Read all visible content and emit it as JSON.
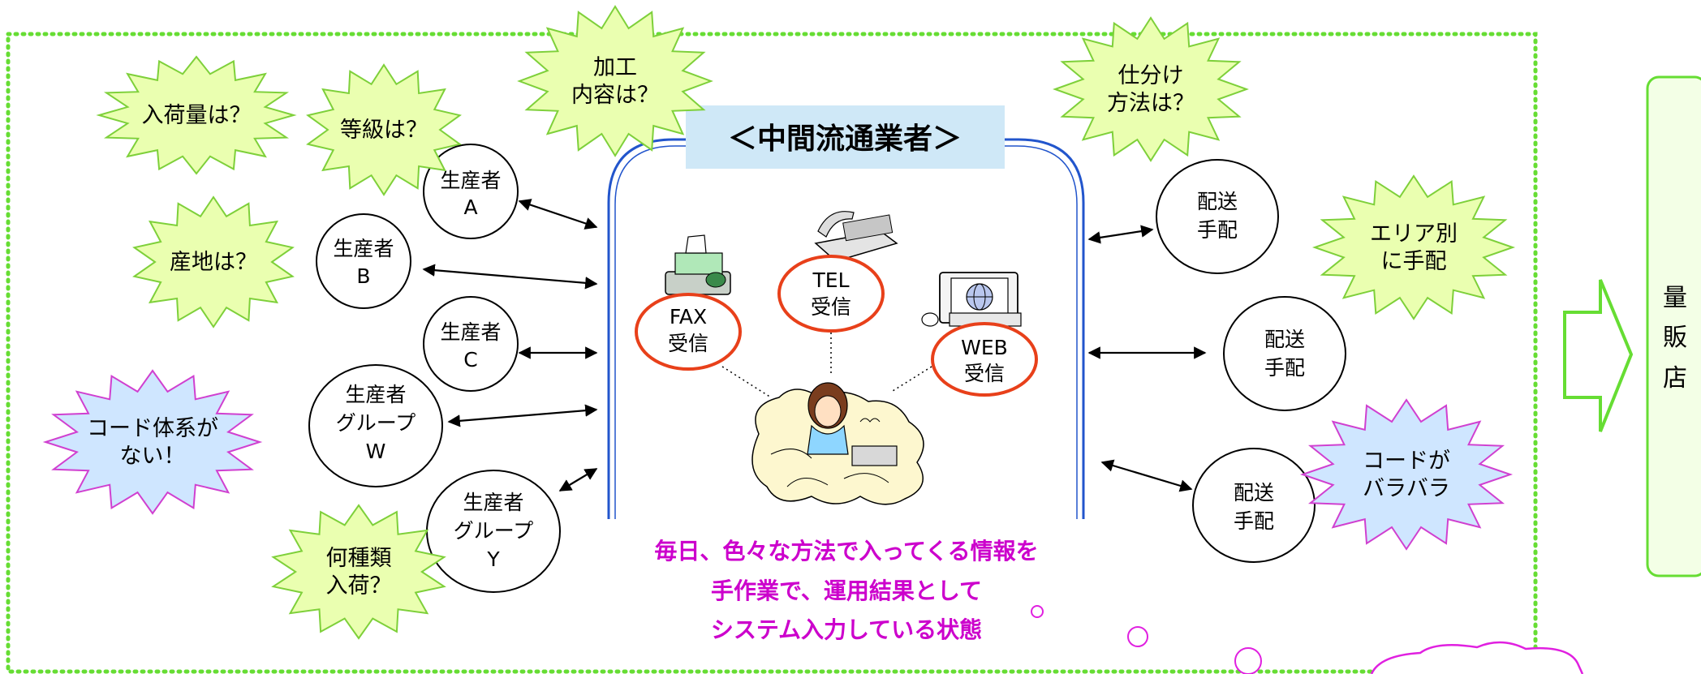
{
  "title": "＜中間流通業者＞",
  "status_lines": [
    "毎日、色々な方法で入ってくる情報を",
    "手作業で、運用結果として",
    "システム入力している状態"
  ],
  "producers": [
    {
      "lines": [
        "生産者",
        "A"
      ]
    },
    {
      "lines": [
        "生産者",
        "B"
      ]
    },
    {
      "lines": [
        "生産者",
        "C"
      ]
    },
    {
      "lines": [
        "生産者",
        "グループ",
        "W"
      ]
    },
    {
      "lines": [
        "生産者",
        "グループ",
        "Y"
      ]
    }
  ],
  "delivery": [
    {
      "lines": [
        "配送",
        "手配"
      ]
    },
    {
      "lines": [
        "配送",
        "手配"
      ]
    },
    {
      "lines": [
        "配送",
        "手配"
      ]
    }
  ],
  "receive": [
    {
      "lines": [
        "FAX",
        "受信"
      ]
    },
    {
      "lines": [
        "TEL",
        "受信"
      ]
    },
    {
      "lines": [
        "WEB",
        "受信"
      ]
    }
  ],
  "bursts": [
    {
      "lines": [
        "入荷量は？"
      ],
      "color": "#eaffb0"
    },
    {
      "lines": [
        "等級は？"
      ],
      "color": "#eaffb0"
    },
    {
      "lines": [
        "加工",
        "内容は？"
      ],
      "color": "#eaffb0"
    },
    {
      "lines": [
        "産地は？"
      ],
      "color": "#eaffb0"
    },
    {
      "lines": [
        "コード体系が",
        "ない！"
      ],
      "color": "#cfe6ff"
    },
    {
      "lines": [
        "何種類",
        "入荷？"
      ],
      "color": "#eaffb0"
    },
    {
      "lines": [
        "仕分け",
        "方法は？"
      ],
      "color": "#eaffb0"
    },
    {
      "lines": [
        "エリア別",
        "に手配"
      ],
      "color": "#eaffb0"
    },
    {
      "lines": [
        "コードが",
        "バラバラ"
      ],
      "color": "#cfe6ff"
    }
  ],
  "store": {
    "chars": [
      "量",
      "販",
      "店"
    ]
  },
  "colors": {
    "dotted_border": "#66dd33",
    "hub_border": "#2255cc",
    "title_bg": "#cfe8f7",
    "receive_ring": "#e8401a",
    "status_text": "#cc00cc",
    "store_border": "#66dd33",
    "store_bg": "#f3ffe6",
    "burst_border_green": "#7ed03a",
    "burst_border_blue": "#d040d0",
    "cloud_border": "#e020e0"
  }
}
